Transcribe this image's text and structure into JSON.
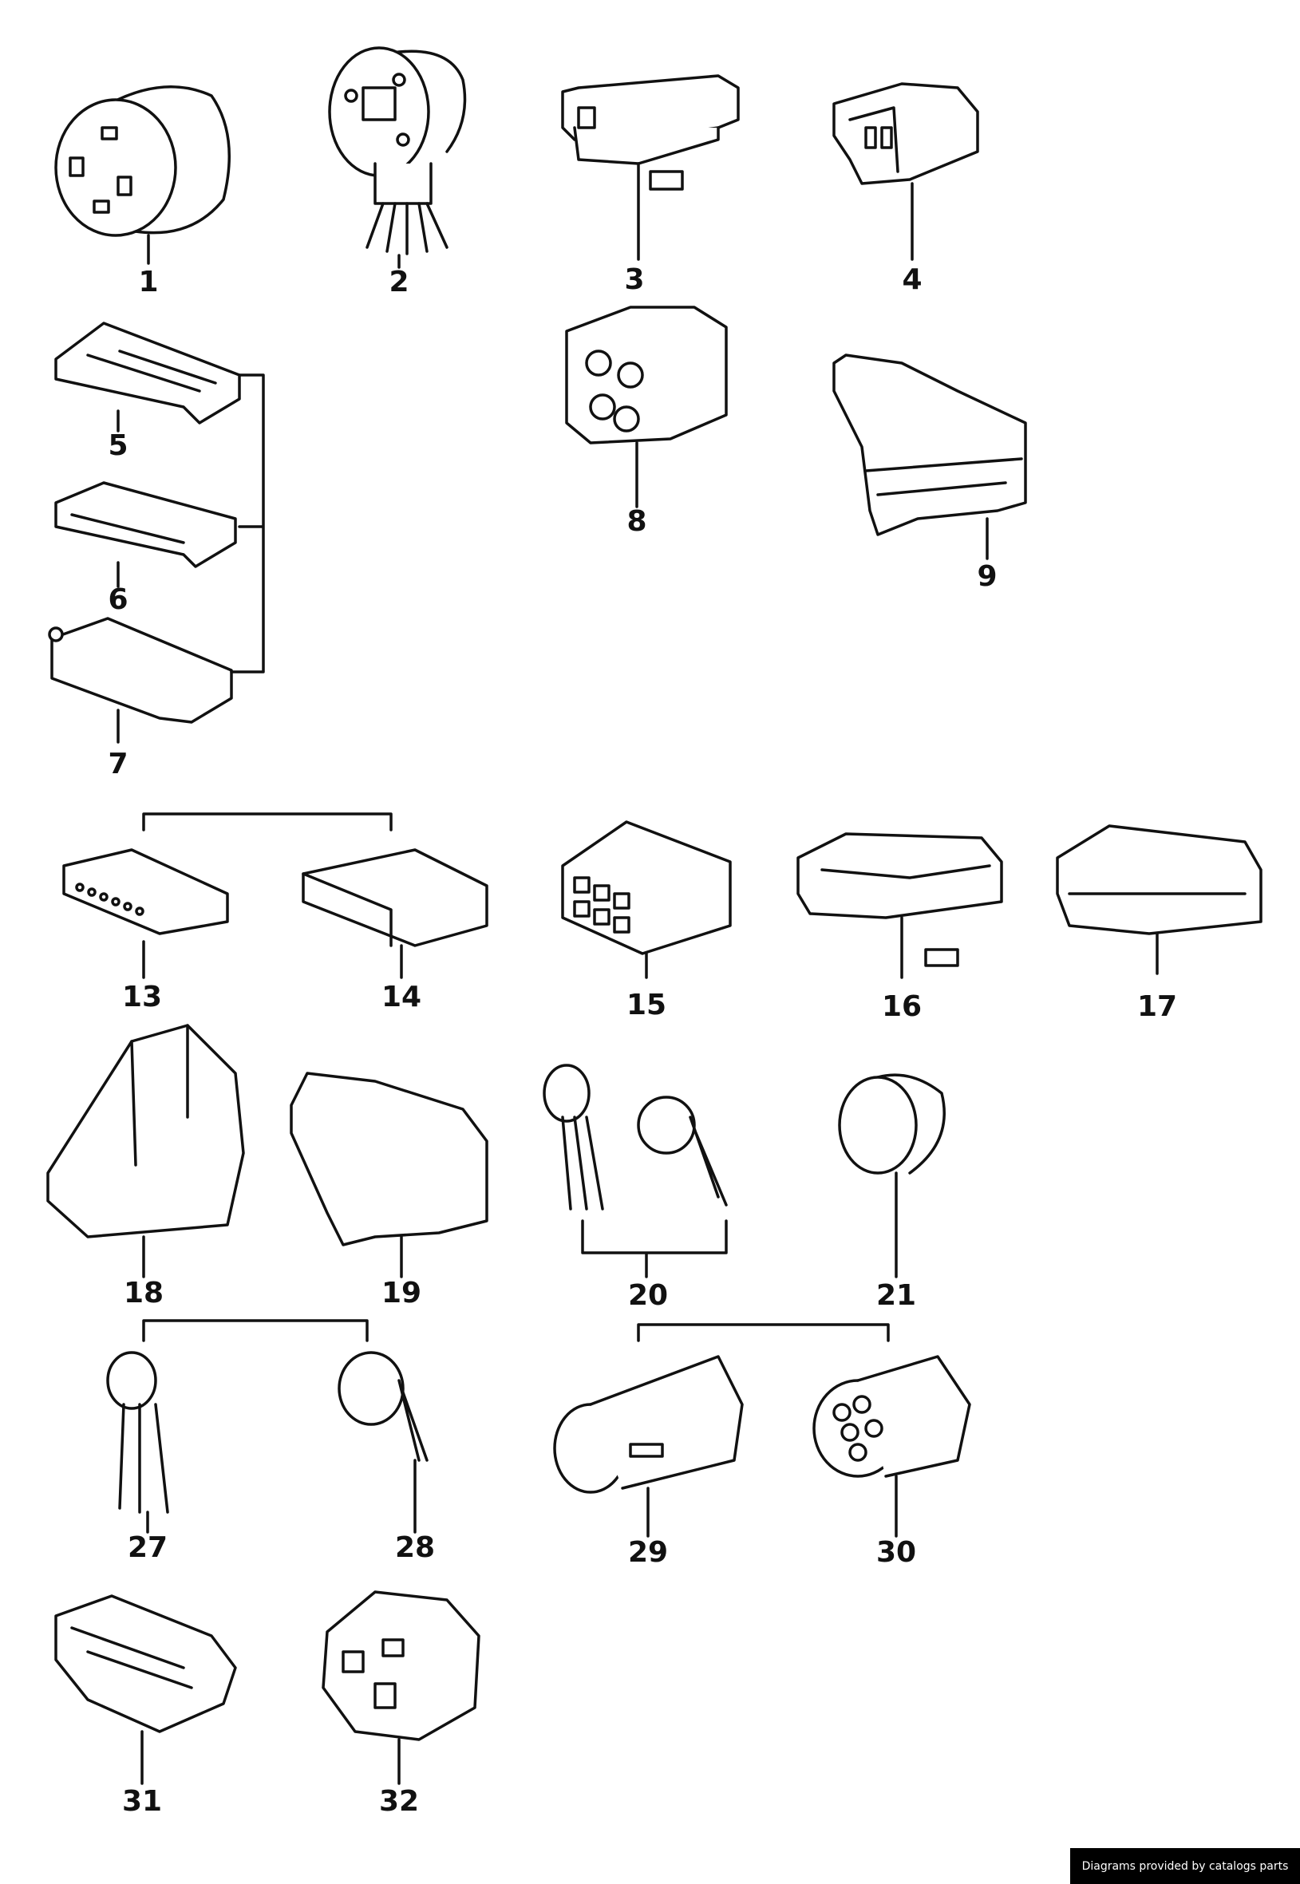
{
  "parts": [
    {
      "id": "part-1",
      "label": "1"
    },
    {
      "id": "part-2",
      "label": "2"
    },
    {
      "id": "part-3",
      "label": "3"
    },
    {
      "id": "part-4",
      "label": "4"
    },
    {
      "id": "part-5",
      "label": "5"
    },
    {
      "id": "part-6",
      "label": "6"
    },
    {
      "id": "part-7",
      "label": "7"
    },
    {
      "id": "part-8",
      "label": "8"
    },
    {
      "id": "part-9",
      "label": "9"
    },
    {
      "id": "part-13",
      "label": "13"
    },
    {
      "id": "part-14",
      "label": "14"
    },
    {
      "id": "part-15",
      "label": "15"
    },
    {
      "id": "part-16",
      "label": "16"
    },
    {
      "id": "part-17",
      "label": "17"
    },
    {
      "id": "part-18",
      "label": "18"
    },
    {
      "id": "part-19",
      "label": "19"
    },
    {
      "id": "part-20",
      "label": "20"
    },
    {
      "id": "part-21",
      "label": "21"
    },
    {
      "id": "part-27",
      "label": "27"
    },
    {
      "id": "part-28",
      "label": "28"
    },
    {
      "id": "part-29",
      "label": "29"
    },
    {
      "id": "part-30",
      "label": "30"
    },
    {
      "id": "part-31",
      "label": "31"
    },
    {
      "id": "part-32",
      "label": "32"
    }
  ],
  "credit": "Diagrams provided by catalogs parts"
}
